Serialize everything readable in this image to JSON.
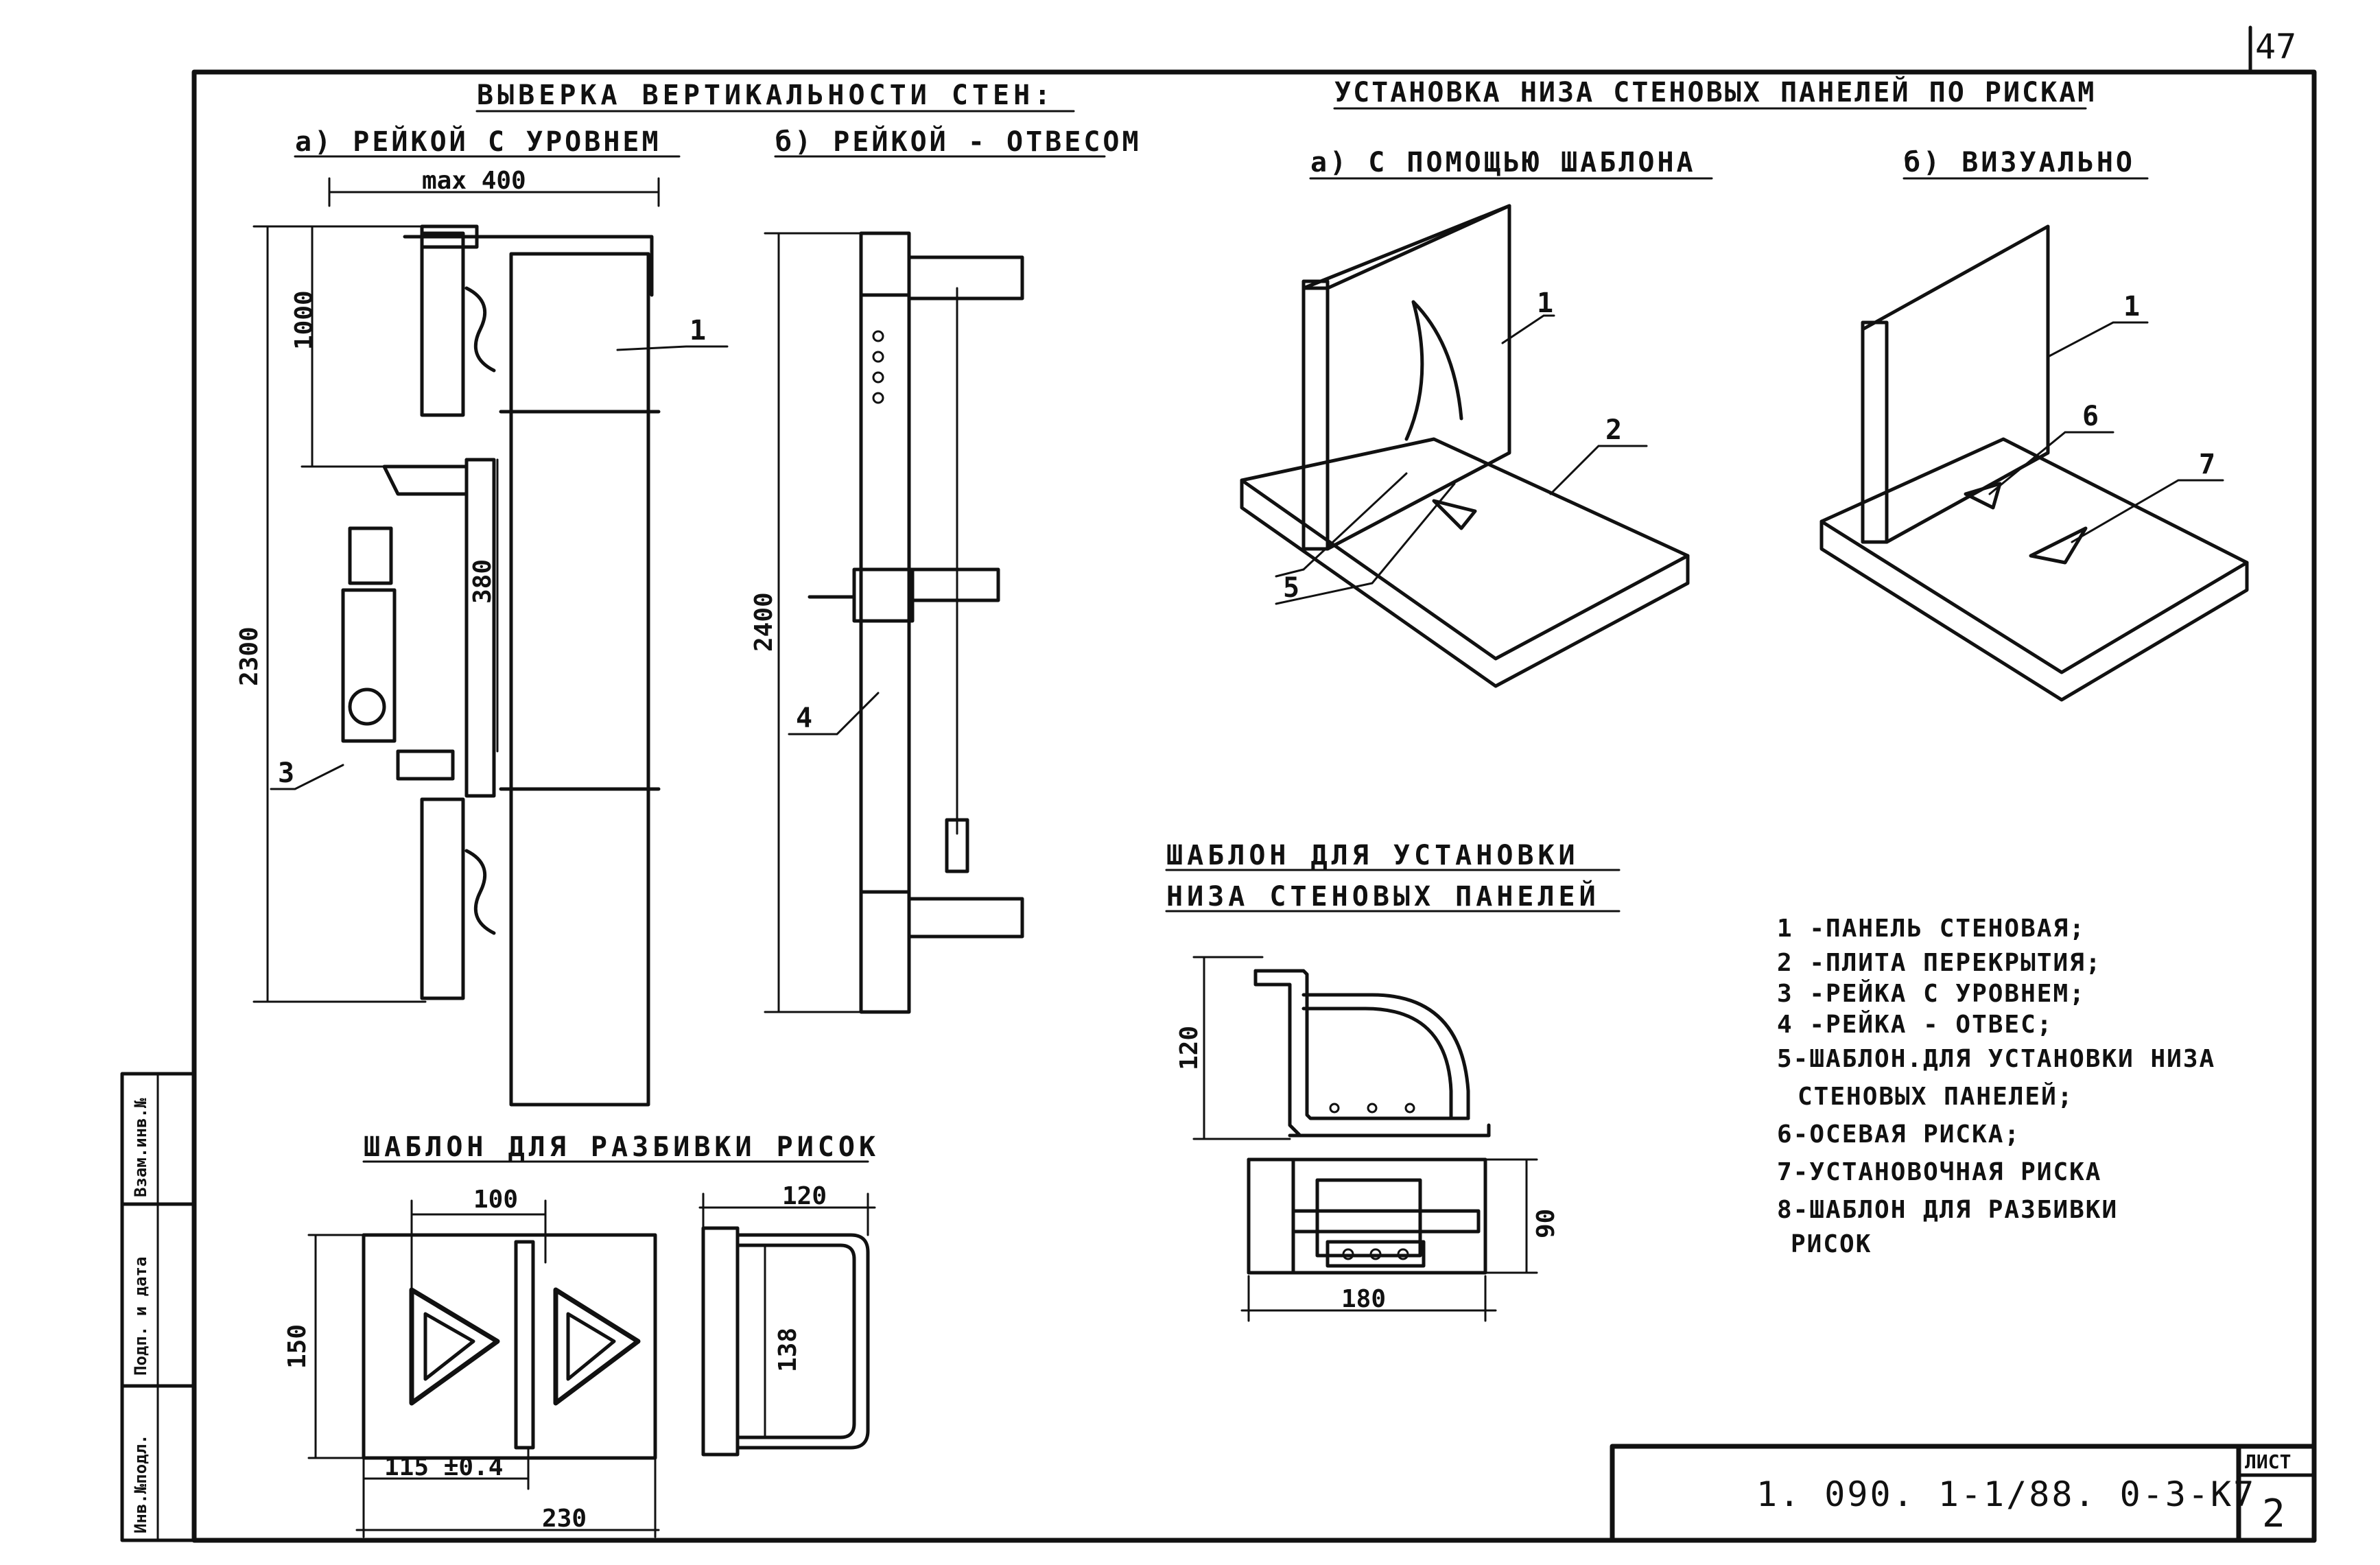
{
  "page_number": "47",
  "left_title": "ВЫВЕРКА  ВЕРТИКАЛЬНОСТИ  СТЕН:",
  "left_sub_a": "а) РЕЙКОЙ  С  УРОВНЕМ",
  "left_sub_b": "б) РЕЙКОЙ - ОТВЕСОМ",
  "right_title": "УСТАНОВКА НИЗА СТЕНОВЫХ ПАНЕЛЕЙ ПО РИСКАМ",
  "right_sub_a": "а) С  ПОМОЩЬЮ  ШАБЛОНА",
  "right_sub_b": "б)  ВИЗУАЛЬНО",
  "template_title_line1": "ШАБЛОН  ДЛЯ  УСТАНОВКИ",
  "template_title_line2": "НИЗА  СТЕНОВЫХ  ПАНЕЛЕЙ",
  "marking_title": "ШАБЛОН  ДЛЯ  РАЗБИВКИ  РИСОК",
  "dimensions": {
    "max400": "max 400",
    "d1000": "1000",
    "d2300": "2300",
    "d380": "380",
    "d2400": "2400",
    "d120a": "120",
    "d90": "90",
    "d180": "180",
    "d100": "100",
    "d120b": "120",
    "d150": "150",
    "d138": "138",
    "d115": "115 ±0.4",
    "d230": "230"
  },
  "callouts": [
    "1",
    "3",
    "4",
    "1",
    "2",
    "5",
    "1",
    "6",
    "7"
  ],
  "legend": [
    "1 -ПАНЕЛЬ  СТЕНОВАЯ;",
    "2 -ПЛИТА  ПЕРЕКРЫТИЯ;",
    "3 -РЕЙКА С  УРОВНЕМ;",
    "4 -РЕЙКА - ОТВЕС;",
    "5-ШАБЛОН.ДЛЯ  УСТАНОВКИ  НИЗА",
    "СТЕНОВЫХ  ПАНЕЛЕЙ;",
    "6-ОСЕВАЯ  РИСКА;",
    "7-УСТАНОВОЧНАЯ  РИСКА",
    "8-ШАБЛОН  ДЛЯ  РАЗБИВКИ",
    "РИСОК"
  ],
  "side_stamp": [
    "Инв.№подл.",
    "Подп. и дата",
    "Взам.инв.№"
  ],
  "document_code": "1. 090. 1-1/88. 0-3-К7",
  "sheet_label": "ЛИСТ",
  "sheet_number": "2"
}
